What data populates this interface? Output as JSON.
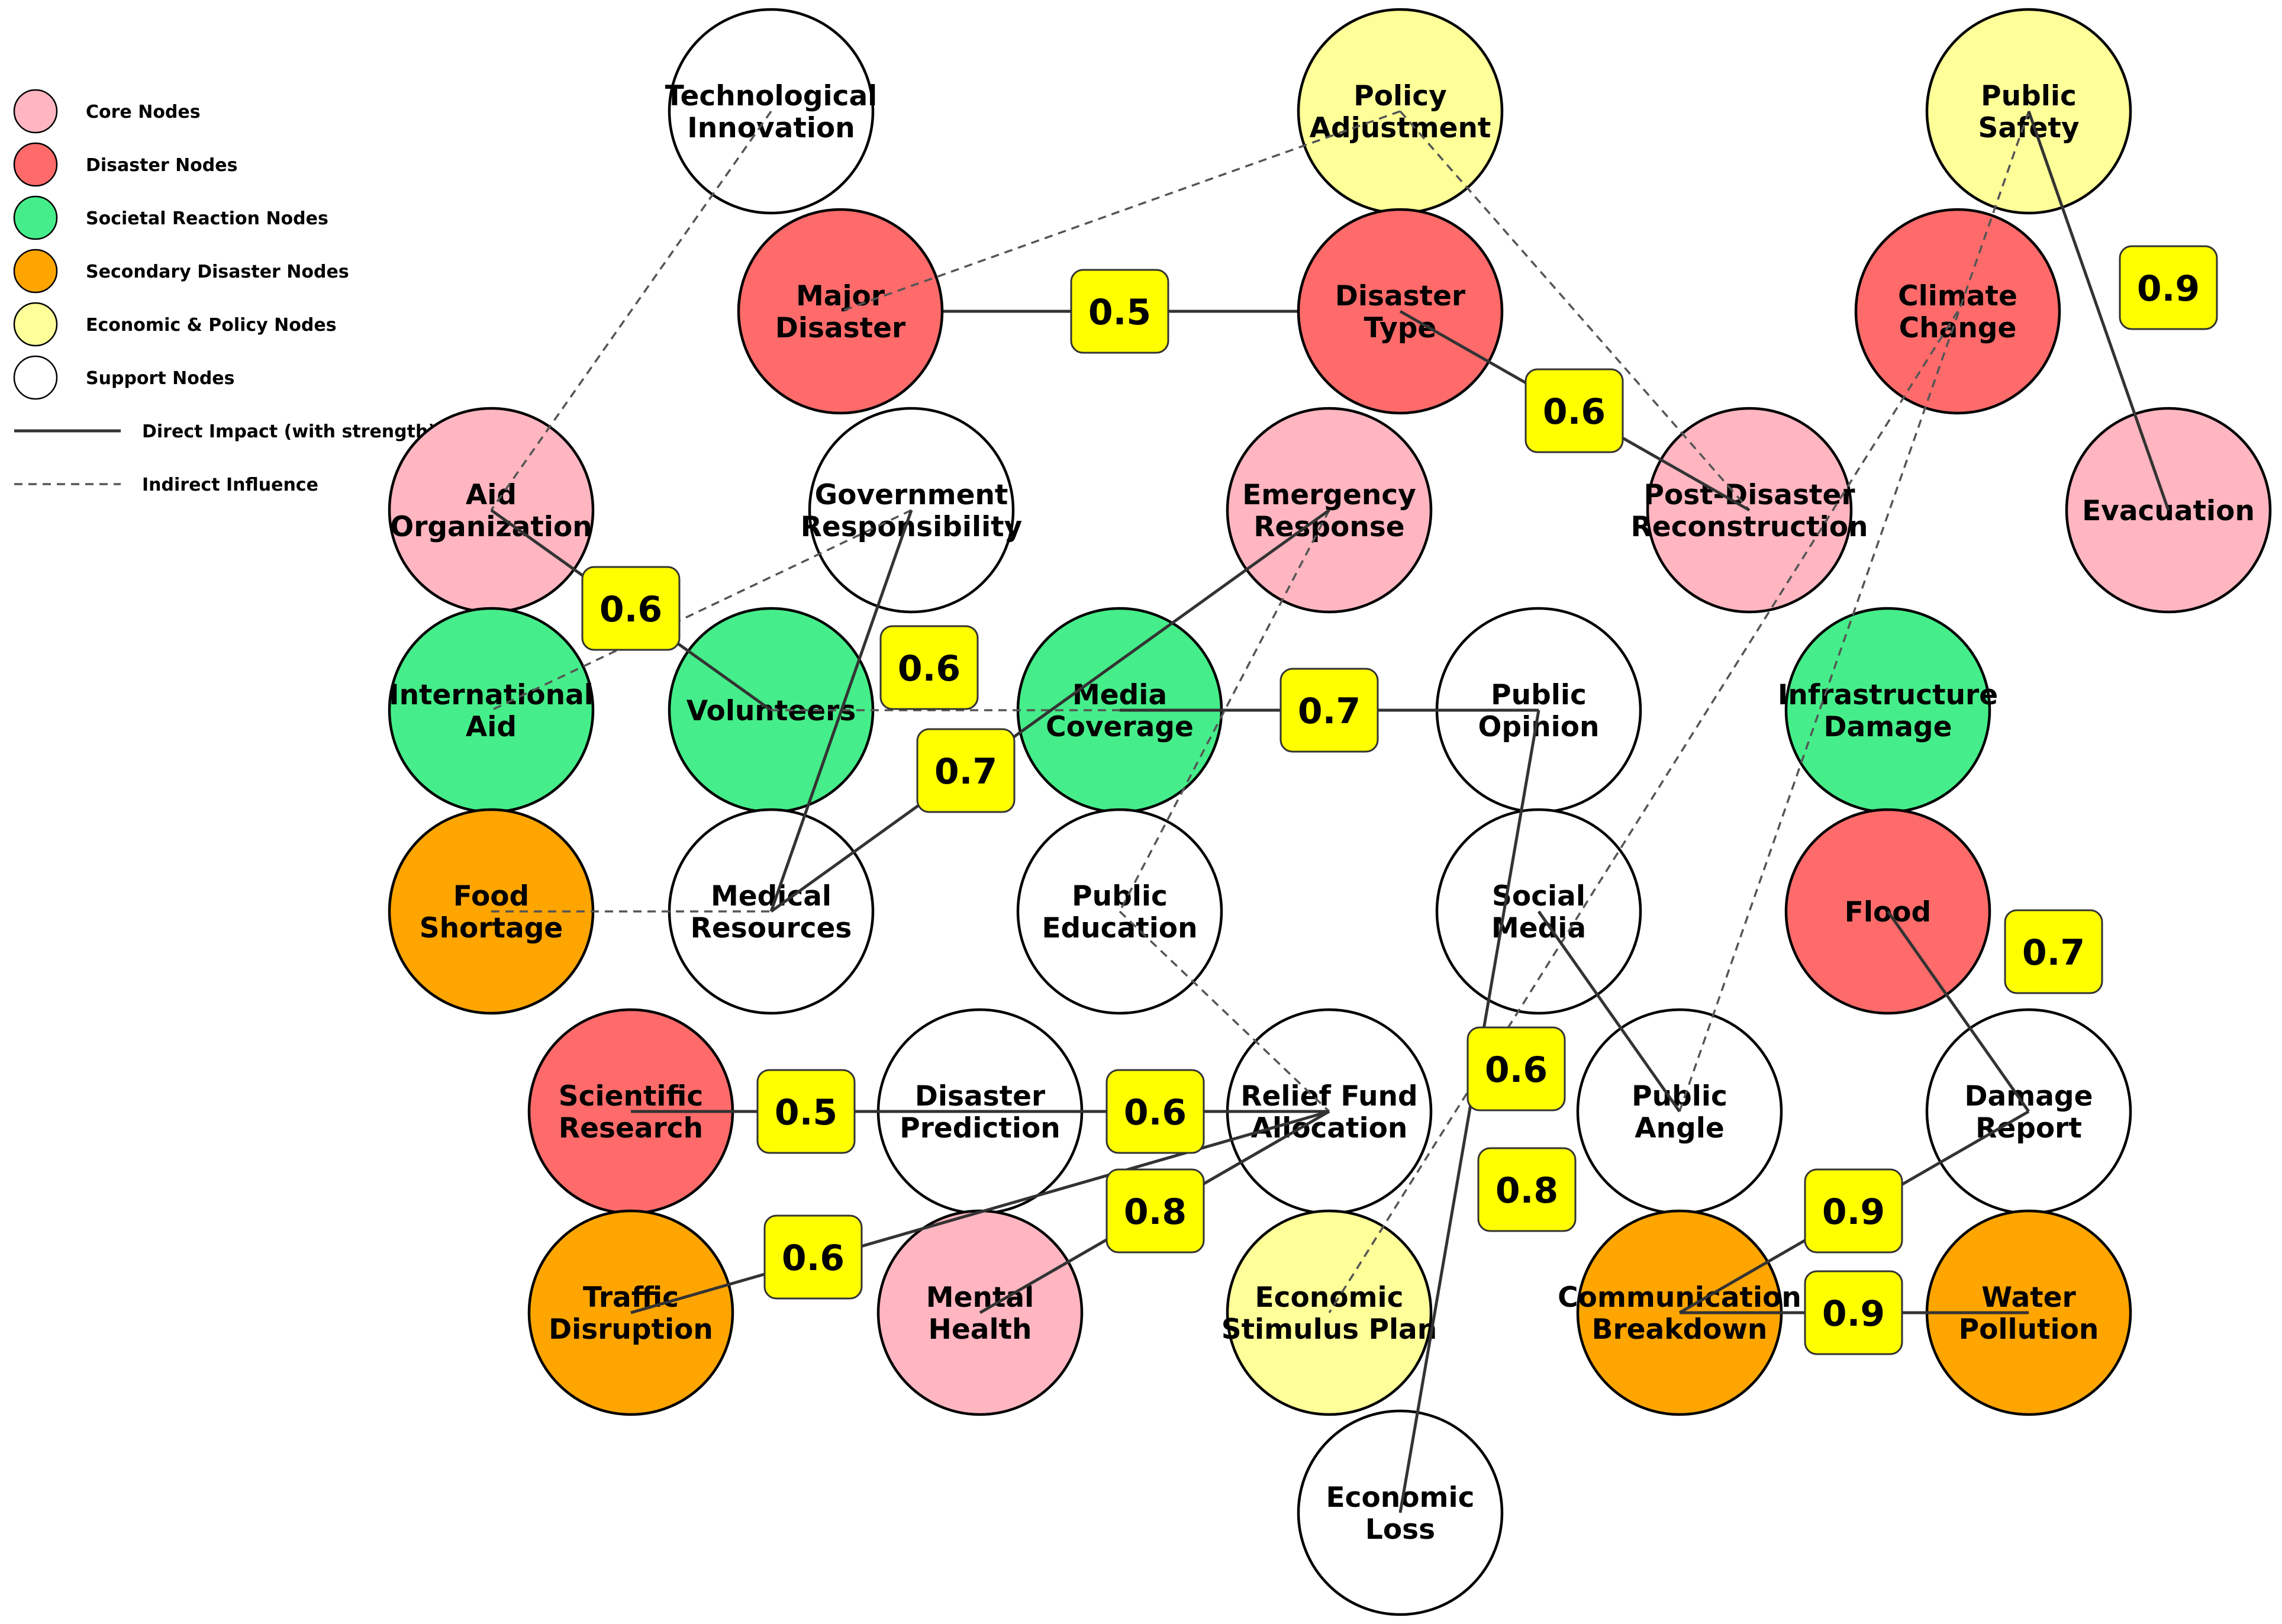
{
  "colors": {
    "core": "#ffb6c1",
    "disaster": "#ff6b6b",
    "societal": "#45ee8a",
    "secondary": "#ffa500",
    "economic": "#ffff99",
    "support": "#ffffff",
    "weight_box": "#ffff00"
  },
  "legend": {
    "items": [
      {
        "label": "Core Nodes",
        "category": "core"
      },
      {
        "label": "Disaster Nodes",
        "category": "disaster"
      },
      {
        "label": "Societal Reaction Nodes",
        "category": "societal"
      },
      {
        "label": "Secondary Disaster Nodes",
        "category": "secondary"
      },
      {
        "label": "Economic & Policy Nodes",
        "category": "economic"
      },
      {
        "label": "Support Nodes",
        "category": "support"
      }
    ],
    "direct_label": "Direct Impact (with strength)",
    "indirect_label": "Indirect Influence"
  },
  "nodes": [
    {
      "id": "tech",
      "lines": [
        "Technological",
        "Innovation"
      ],
      "category": "support"
    },
    {
      "id": "policy",
      "lines": [
        "Policy",
        "Adjustment"
      ],
      "category": "economic"
    },
    {
      "id": "safety",
      "lines": [
        "Public",
        "Safety"
      ],
      "category": "economic"
    },
    {
      "id": "major",
      "lines": [
        "Major",
        "Disaster"
      ],
      "category": "disaster"
    },
    {
      "id": "dtype",
      "lines": [
        "Disaster",
        "Type"
      ],
      "category": "disaster"
    },
    {
      "id": "climate",
      "lines": [
        "Climate",
        "Change"
      ],
      "category": "disaster"
    },
    {
      "id": "aid",
      "lines": [
        "Aid",
        "Organization"
      ],
      "category": "core"
    },
    {
      "id": "gov",
      "lines": [
        "Government",
        "Responsibility"
      ],
      "category": "support"
    },
    {
      "id": "emerg",
      "lines": [
        "Emergency",
        "Response"
      ],
      "category": "core"
    },
    {
      "id": "postdis",
      "lines": [
        "Post-Disaster",
        "Reconstruction"
      ],
      "category": "core"
    },
    {
      "id": "evac",
      "lines": [
        "Evacuation"
      ],
      "category": "core"
    },
    {
      "id": "intl",
      "lines": [
        "International",
        "Aid"
      ],
      "category": "societal"
    },
    {
      "id": "vol",
      "lines": [
        "Volunteers"
      ],
      "category": "societal"
    },
    {
      "id": "media",
      "lines": [
        "Media",
        "Coverage"
      ],
      "category": "societal"
    },
    {
      "id": "popinion",
      "lines": [
        "Public",
        "Opinion"
      ],
      "category": "support"
    },
    {
      "id": "infra",
      "lines": [
        "Infrastructure",
        "Damage"
      ],
      "category": "societal"
    },
    {
      "id": "food",
      "lines": [
        "Food",
        "Shortage"
      ],
      "category": "secondary"
    },
    {
      "id": "medres",
      "lines": [
        "Medical",
        "Resources"
      ],
      "category": "support"
    },
    {
      "id": "pubedu",
      "lines": [
        "Public",
        "Education"
      ],
      "category": "support"
    },
    {
      "id": "social",
      "lines": [
        "Social",
        "Media"
      ],
      "category": "support"
    },
    {
      "id": "flood",
      "lines": [
        "Flood"
      ],
      "category": "disaster"
    },
    {
      "id": "sci",
      "lines": [
        "Scientific",
        "Research"
      ],
      "category": "disaster"
    },
    {
      "id": "dpred",
      "lines": [
        "Disaster",
        "Prediction"
      ],
      "category": "support"
    },
    {
      "id": "relief",
      "lines": [
        "Relief Fund",
        "Allocation"
      ],
      "category": "support"
    },
    {
      "id": "pangle",
      "lines": [
        "Public",
        "Angle"
      ],
      "category": "support"
    },
    {
      "id": "dmgrep",
      "lines": [
        "Damage",
        "Report"
      ],
      "category": "support"
    },
    {
      "id": "traffic",
      "lines": [
        "Traffic",
        "Disruption"
      ],
      "category": "secondary"
    },
    {
      "id": "mental",
      "lines": [
        "Mental",
        "Health"
      ],
      "category": "core"
    },
    {
      "id": "econstim",
      "lines": [
        "Economic",
        "Stimulus Plan"
      ],
      "category": "economic"
    },
    {
      "id": "comm",
      "lines": [
        "Communication",
        "Breakdown"
      ],
      "category": "secondary"
    },
    {
      "id": "water",
      "lines": [
        "Water",
        "Pollution"
      ],
      "category": "secondary"
    },
    {
      "id": "econloss",
      "lines": [
        "Economic",
        "Loss"
      ],
      "category": "support"
    }
  ],
  "direct_edges": [
    {
      "from": "major",
      "to": "dtype"
    },
    {
      "from": "dtype",
      "to": "postdis"
    },
    {
      "from": "safety",
      "to": "evac"
    },
    {
      "from": "aid",
      "to": "vol"
    },
    {
      "from": "gov",
      "to": "medres"
    },
    {
      "from": "emerg",
      "to": "medres"
    },
    {
      "from": "media",
      "to": "popinion"
    },
    {
      "from": "popinion",
      "to": "econloss"
    },
    {
      "from": "social",
      "to": "pangle"
    },
    {
      "from": "flood",
      "to": "dmgrep"
    },
    {
      "from": "dmgrep",
      "to": "comm"
    },
    {
      "from": "comm",
      "to": "water"
    },
    {
      "from": "sci",
      "to": "relief"
    },
    {
      "from": "relief",
      "to": "traffic"
    },
    {
      "from": "relief",
      "to": "mental"
    }
  ],
  "indirect_edges": [
    {
      "from": "tech",
      "to": "aid"
    },
    {
      "from": "policy",
      "to": "major"
    },
    {
      "from": "policy",
      "to": "postdis"
    },
    {
      "from": "safety",
      "to": "pangle"
    },
    {
      "from": "climate",
      "to": "econstim"
    },
    {
      "from": "gov",
      "to": "intl"
    },
    {
      "from": "emerg",
      "to": "pubedu"
    },
    {
      "from": "pubedu",
      "to": "relief"
    },
    {
      "from": "vol",
      "to": "media"
    },
    {
      "from": "food",
      "to": "medres"
    }
  ],
  "weights": [
    {
      "value": "0.5"
    },
    {
      "value": "0.6"
    },
    {
      "value": "0.9"
    },
    {
      "value": "0.6"
    },
    {
      "value": "0.6"
    },
    {
      "value": "0.7"
    },
    {
      "value": "0.7"
    },
    {
      "value": "0.7"
    },
    {
      "value": "0.6"
    },
    {
      "value": "0.5"
    },
    {
      "value": "0.6"
    },
    {
      "value": "0.8"
    },
    {
      "value": "0.8"
    },
    {
      "value": "0.6"
    },
    {
      "value": "0.9"
    },
    {
      "value": "0.9"
    }
  ]
}
